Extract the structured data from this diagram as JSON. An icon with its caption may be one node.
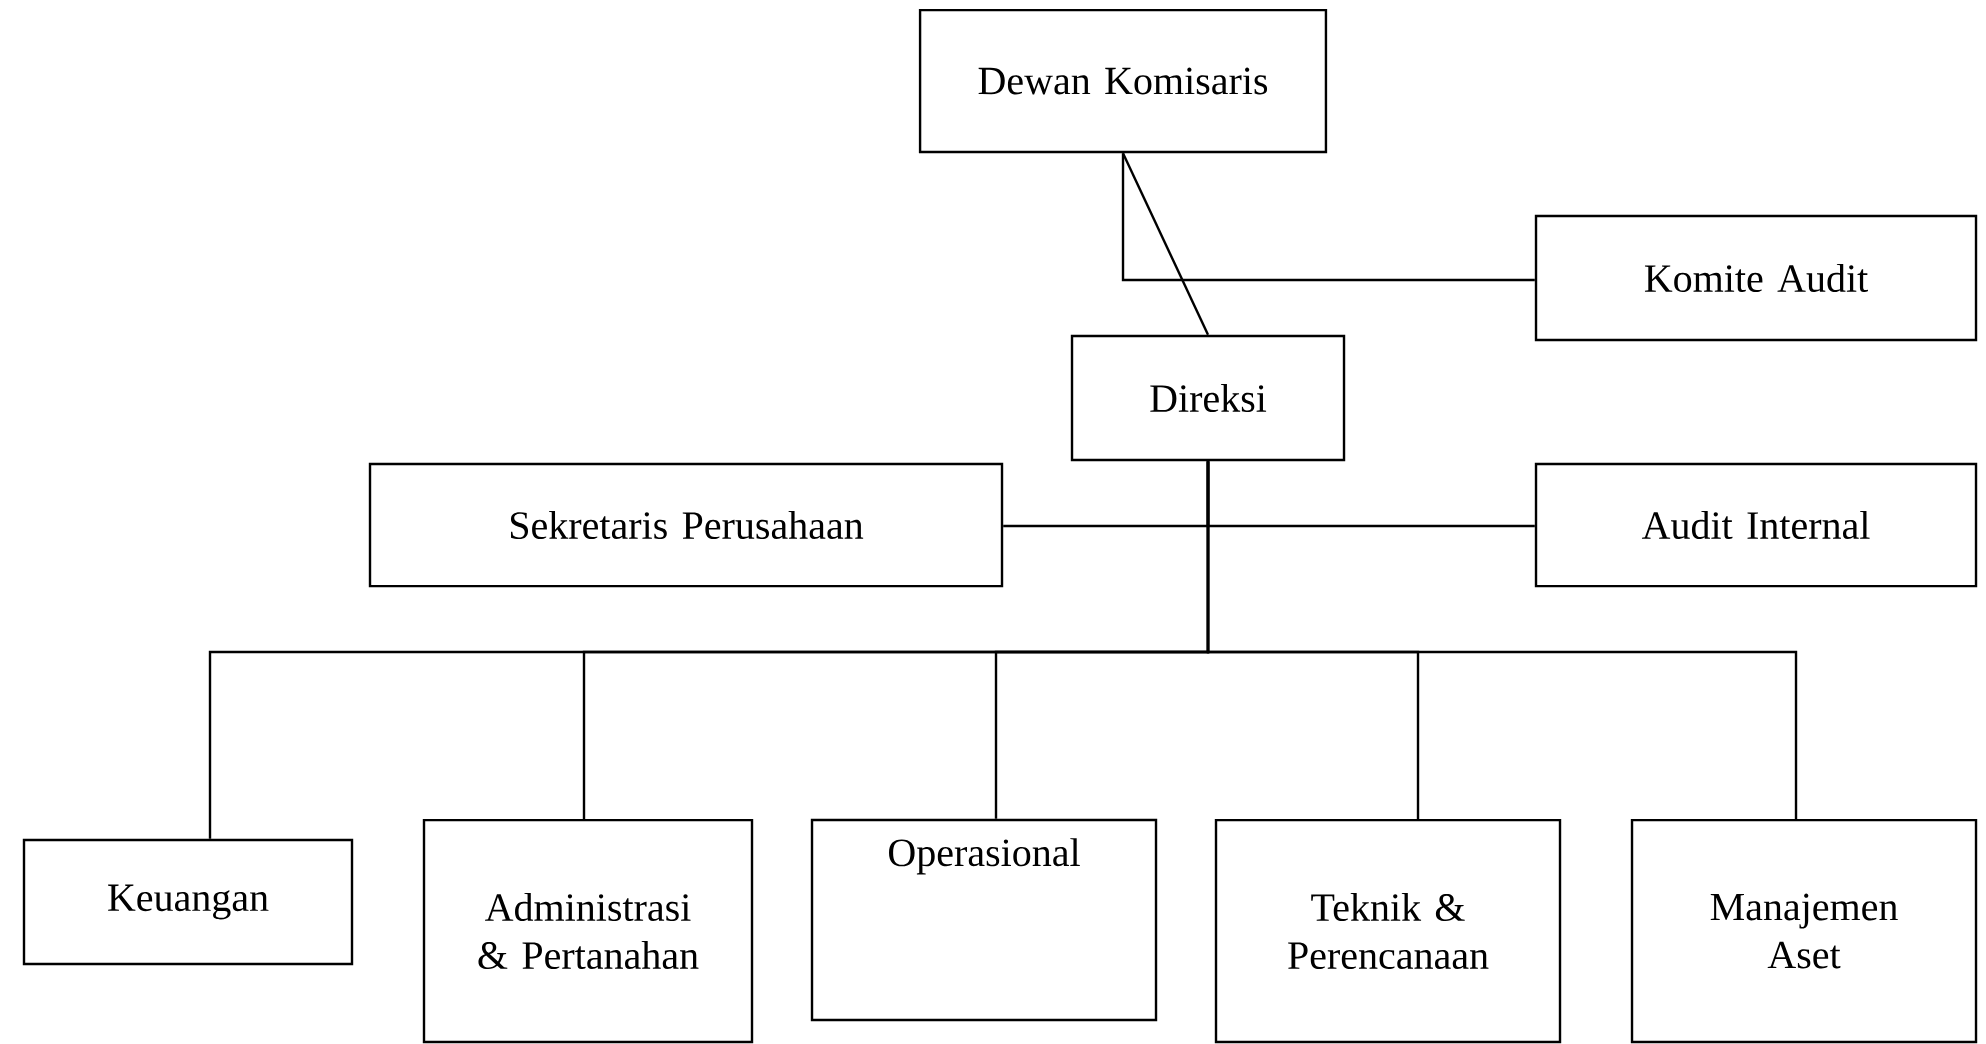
{
  "diagram": {
    "nodes": [
      {
        "text": [
          "Dewan Komisaris"
        ]
      },
      {
        "text": [
          "Komite Audit"
        ]
      },
      {
        "text": [
          "Direksi"
        ]
      },
      {
        "text": [
          "Sekretaris Perusahaan"
        ]
      },
      {
        "text": [
          "Audit Internal"
        ]
      },
      {
        "text": [
          "Keuangan"
        ]
      },
      {
        "text": [
          "Administrasi & Pertanahan"
        ]
      },
      {
        "text": [
          "Operasional"
        ]
      },
      {
        "text": [
          "Teknik & Perencanaan"
        ]
      },
      {
        "text": [
          "Manajemen Aset"
        ]
      }
    ],
    "edges": [
      {
        "from": 0,
        "to": 2,
        "arrow": "none"
      },
      {
        "from": 0,
        "to": 1,
        "arrow": "none"
      },
      {
        "from": 2,
        "to": 3,
        "arrow": "none"
      },
      {
        "from": 2,
        "to": 4,
        "arrow": "none"
      },
      {
        "from": 2,
        "to": 5,
        "arrow": "none"
      },
      {
        "from": 2,
        "to": 6,
        "arrow": "none"
      },
      {
        "from": 2,
        "to": 7,
        "arrow": "none"
      },
      {
        "from": 2,
        "to": 8,
        "arrow": "none"
      },
      {
        "from": 2,
        "to": 9,
        "arrow": "none"
      }
    ]
  }
}
